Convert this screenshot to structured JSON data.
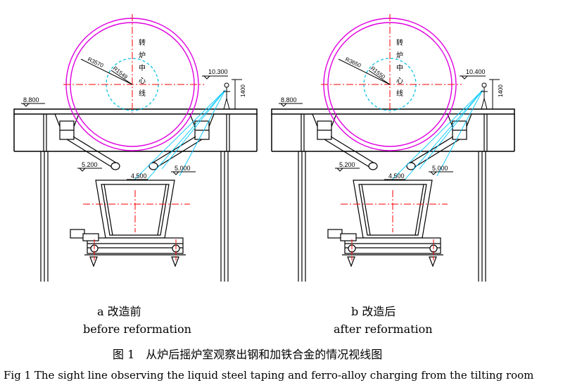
{
  "panels": [
    {
      "id": "a",
      "radius_outer": "R3570",
      "radius_inner": "R1549",
      "furnace_center_label": [
        "转",
        "炉",
        "中",
        "心",
        "线"
      ],
      "level_top": "10.300",
      "level_platform": "8.800",
      "height_dim": "1400",
      "level_left": "5.200",
      "level_right": "5.000",
      "level_ladle": "4.500",
      "label_letter": "a",
      "label_cn": "改造前",
      "description": "before reformation"
    },
    {
      "id": "b",
      "radius_outer": "R3650",
      "radius_inner": "R1550",
      "furnace_center_label": [
        "转",
        "炉",
        "中",
        "心",
        "线"
      ],
      "level_top": "10.400",
      "level_platform": "8.800",
      "height_dim": "1400",
      "level_left": "5.200",
      "level_right": "5.000",
      "level_ladle": "4.500",
      "label_letter": "b",
      "label_cn": "改造后",
      "description": "after reformation"
    }
  ],
  "caption_cn": "图 1　从炉后摇炉室观察出钢和加铁合金的情况视线图",
  "caption_en": "Fig 1 The sight line observing the liquid steel taping and ferro-alloy charging from the tilting room",
  "colors": {
    "structure": "#000000",
    "outer_circle": "#e000e0",
    "inner_circle": "#00c0e0",
    "center_line": "#ff0000",
    "sight_line": "#00c8ff"
  }
}
